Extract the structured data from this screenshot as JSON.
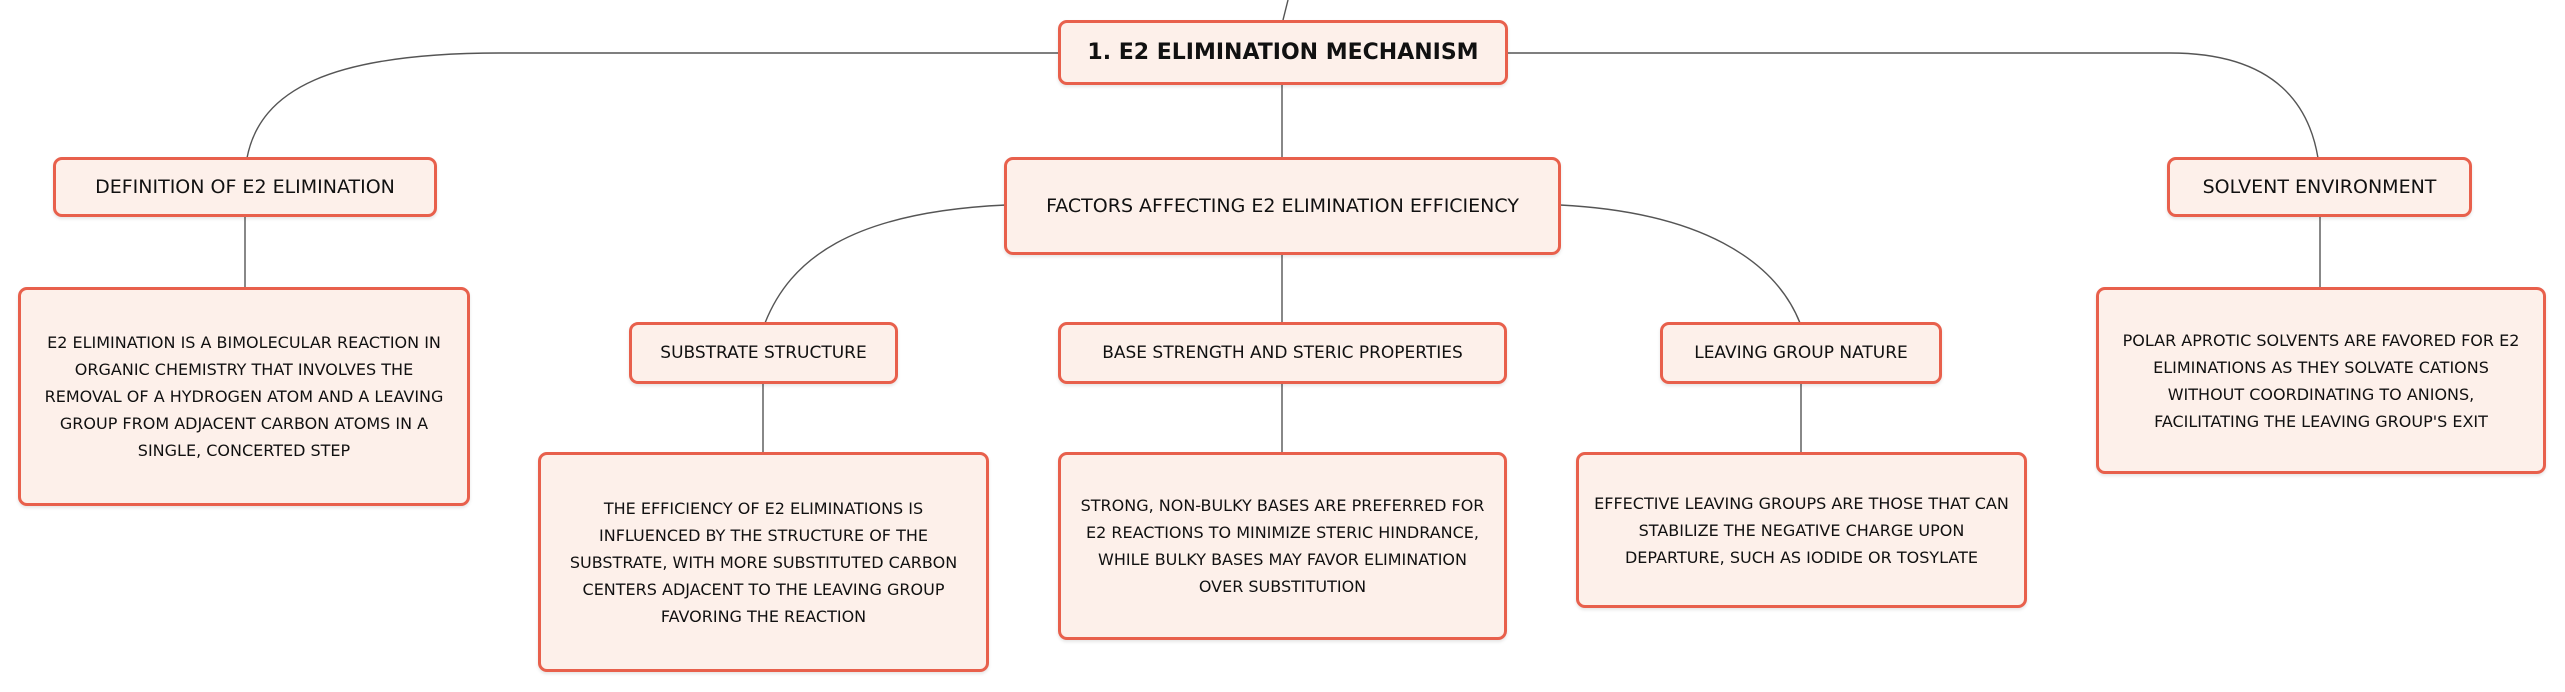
{
  "root": {
    "label": "1. E2 Elimination Mechanism"
  },
  "topics": {
    "definition": {
      "label": "Definition of E2 Elimination",
      "detail": "E2 elimination is a bimolecular reaction in organic chemistry that involves the removal of a hydrogen atom and a leaving group from adjacent carbon atoms in a single, concerted step"
    },
    "factors": {
      "label": "Factors Affecting E2 Elimination Efficiency"
    },
    "solvent": {
      "label": "Solvent Environment",
      "detail": "Polar aprotic solvents are favored for E2 eliminations as they solvate cations without coordinating to anions, facilitating the leaving group's exit"
    }
  },
  "factors": {
    "substrate": {
      "label": "Substrate Structure",
      "detail": "The efficiency of E2 eliminations is influenced by the structure of the substrate, with more substituted carbon centers adjacent to the leaving group favoring the reaction"
    },
    "base": {
      "label": "Base Strength and Steric Properties",
      "detail": "Strong, non-bulky bases are preferred for E2 reactions to minimize steric hindrance, while bulky bases may favor elimination over substitution"
    },
    "leaving": {
      "label": "Leaving Group Nature",
      "detail": "Effective leaving groups are those that can stabilize the negative charge upon departure, such as iodide or tosylate"
    }
  },
  "colors": {
    "border": "#e8604c",
    "fill": "#fdf0ea",
    "line": "#555555",
    "text": "#111111"
  }
}
